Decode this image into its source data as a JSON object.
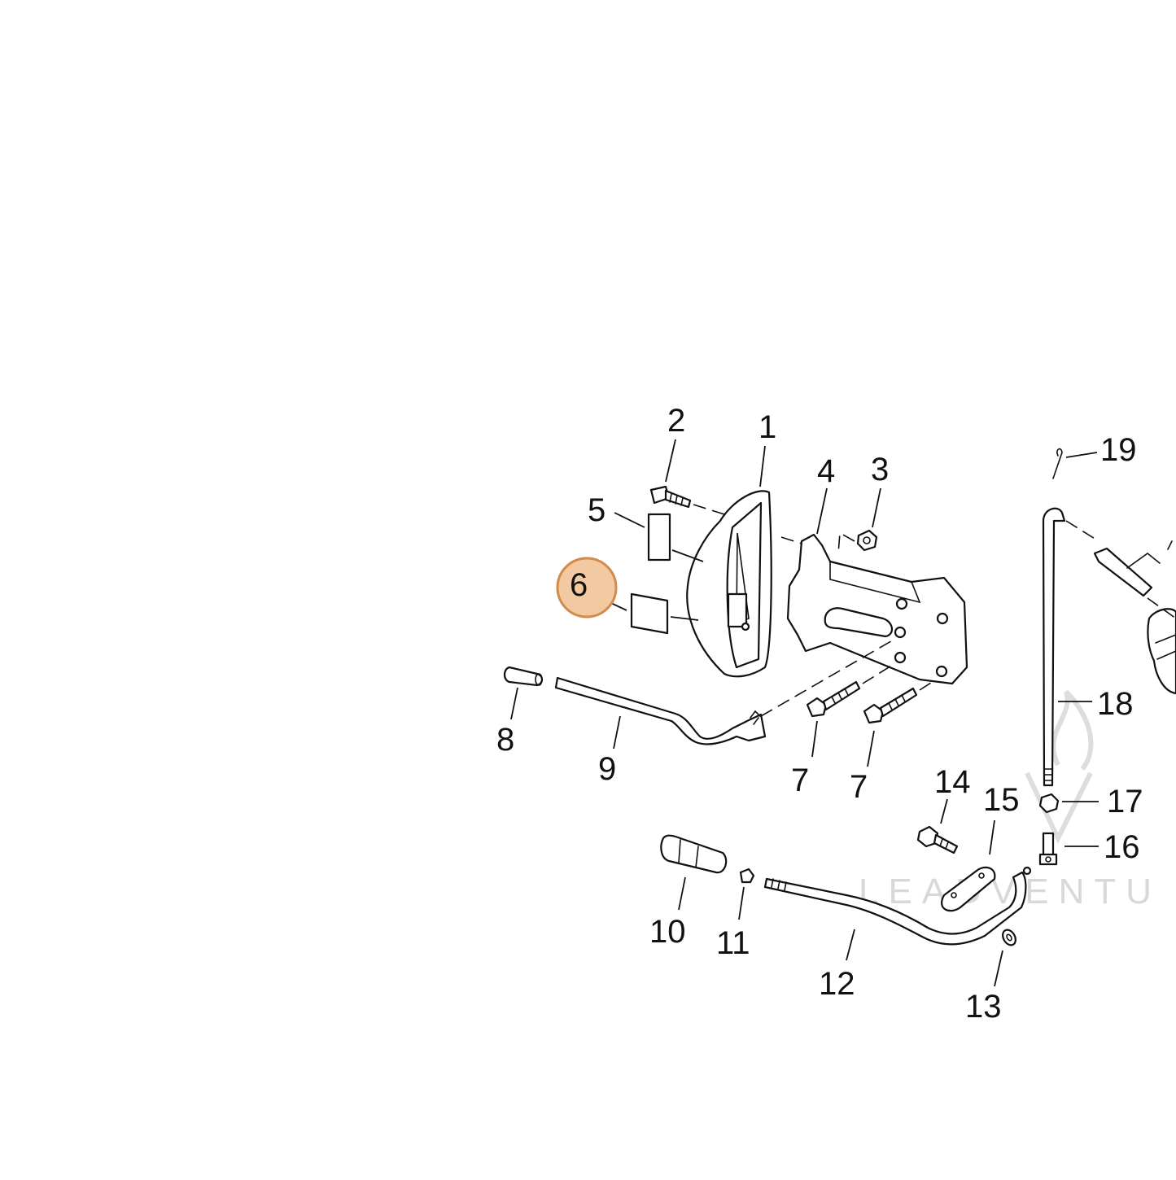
{
  "diagram": {
    "highlight_color": "#d18b4a",
    "highlight_fill": "#f2c9a0",
    "watermark_text": "LEADVENTU",
    "callouts": [
      {
        "id": "1",
        "label": "1"
      },
      {
        "id": "2",
        "label": "2"
      },
      {
        "id": "3",
        "label": "3"
      },
      {
        "id": "4",
        "label": "4"
      },
      {
        "id": "5",
        "label": "5"
      },
      {
        "id": "6",
        "label": "6",
        "highlighted": true
      },
      {
        "id": "7a",
        "label": "7"
      },
      {
        "id": "7b",
        "label": "7"
      },
      {
        "id": "8",
        "label": "8"
      },
      {
        "id": "9",
        "label": "9"
      },
      {
        "id": "10",
        "label": "10"
      },
      {
        "id": "11",
        "label": "11"
      },
      {
        "id": "12",
        "label": "12"
      },
      {
        "id": "13",
        "label": "13"
      },
      {
        "id": "14",
        "label": "14"
      },
      {
        "id": "15",
        "label": "15"
      },
      {
        "id": "16",
        "label": "16"
      },
      {
        "id": "17",
        "label": "17"
      },
      {
        "id": "18",
        "label": "18"
      },
      {
        "id": "19",
        "label": "19"
      }
    ]
  }
}
